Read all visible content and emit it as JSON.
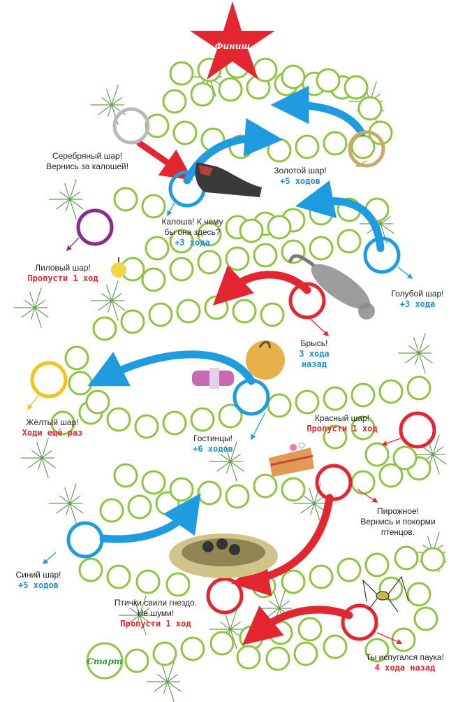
{
  "board": {
    "finish_label": "Финиш",
    "start_label": "Старт",
    "colors": {
      "cell": "#8cc63f",
      "red": "#e3262f",
      "blue": "#1f9be0",
      "silver": "#b9b9b9",
      "gold": "#c8a96a",
      "purple": "#8a2a8c",
      "yellow": "#f4c21a",
      "needles": "#4e8a3c"
    }
  },
  "captions": {
    "silver": {
      "lines": [
        "Серебряный шар!",
        "Вернись за калошей!"
      ]
    },
    "galosh": {
      "lines": [
        "Калоша! К чему",
        "бы она здесь?"
      ],
      "move": "+3 хода"
    },
    "gold": {
      "lines": [
        "Золотой шар!"
      ],
      "move": "+5 ходов"
    },
    "purple": {
      "lines": [
        "Лиловый шар!"
      ],
      "move": "Пропусти 1 ход"
    },
    "light_blue": {
      "lines": [
        "Голубой шар!"
      ],
      "move": "+3 хода"
    },
    "cat": {
      "lines": [
        "Брысь!"
      ],
      "move_line1": "3 хода",
      "move_line2": "назад"
    },
    "yellow": {
      "lines": [
        "Жёлтый шар!"
      ],
      "move": "Ходи ещё раз"
    },
    "treats": {
      "lines": [
        "Гостинцы!"
      ],
      "move": "+6 ходов"
    },
    "red": {
      "lines": [
        "Красный шар!"
      ],
      "move": "Пропусти 1 ход"
    },
    "cake": {
      "lines": [
        "Пирожное!",
        "Вернись и покорми",
        "птенцов."
      ]
    },
    "blue": {
      "lines": [
        "Синий шар!"
      ],
      "move": "+5 ходов"
    },
    "nest": {
      "lines": [
        "Птички свили гнездо.",
        "Не шуми!"
      ],
      "move": "Пропусти 1 ход"
    },
    "spider": {
      "lines": [
        "Ты испугался паука!"
      ],
      "move": "4 хода назад"
    }
  }
}
